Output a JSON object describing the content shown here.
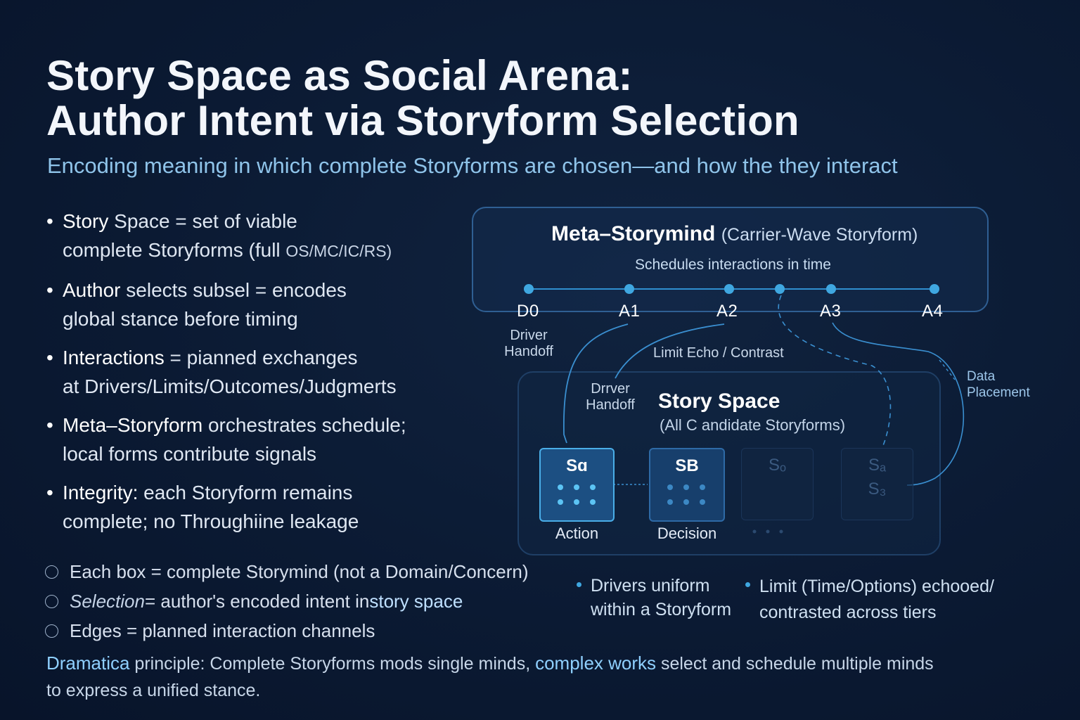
{
  "title": {
    "line1": "Story Space as Social Arena:",
    "line2": "Author Intent via Storyform Selection"
  },
  "subtitle": "Encoding meaning in which complete Storyforms are chosen—and how the they interact",
  "bullets": [
    {
      "bold": "Story",
      "rest_a": " Space = set of viable",
      "rest_b": "complete Storyforms (full ",
      "small": "OS/MC/IC/RS)"
    },
    {
      "bold": "Author",
      "rest_a": " selects subsel = encodes",
      "rest_b": "global stance before timing"
    },
    {
      "bold": "Interactions",
      "rest_a": " = pianned exchanges",
      "rest_b": "at Drivers/Limits/Outcomes/Judgmerts"
    },
    {
      "bold": "Meta–Storyform",
      "rest_a": " orchestrates schedule;",
      "rest_b": "local forms contribute signals"
    },
    {
      "bold": "Integrity:",
      "rest_a": " each Storyform remains",
      "rest_b": "complete; no Throughiine leakage"
    }
  ],
  "legend": [
    {
      "a": "Each box = com",
      "b": "plete Storymind  (not a Domain/Concern)"
    },
    {
      "italic": "Selection",
      "a": "  = author's encoded intent in ",
      "hl": "story space"
    },
    {
      "a": "Edges = planned interaction channels"
    }
  ],
  "notes": [
    {
      "line1": "Drivers uniform",
      "line2": "within a Storyform"
    },
    {
      "line1": "Limit (Time/Options) echooed/",
      "line2": "contrasted across tiers"
    }
  ],
  "principle": {
    "hl1": "Dramatica",
    "t1": " principle: Complete Storyforms mods single minds, ",
    "hl2": "complex works",
    "t2": " select and schedule multiple minds",
    "line2": "to express a unified stance."
  },
  "diagram": {
    "meta_title": "Meta–Storymind",
    "meta_title_paren": "(Carrier-Wave Storyform)",
    "meta_sub": "Schedules interactions in time",
    "timeline": [
      "D0",
      "A1",
      "A2",
      "A3",
      "A4"
    ],
    "labels": {
      "driver_handoff_1": "Driver\nHandoff",
      "limit_echo": "Limit Echo / Contrast",
      "driver_handoff_2": "Drrver\nHandoff",
      "data_placement": "Data\nPlacement"
    },
    "space_title": "Story Space",
    "space_sub": "(All C andidate Storyforms)",
    "boxes": [
      {
        "name": "Sɑ",
        "caption": "Action"
      },
      {
        "name": "SB",
        "caption": "Decision"
      },
      {
        "name": "Sₒ",
        "caption": ""
      },
      {
        "name": "Sₐ",
        "name2": "S₃",
        "caption": ""
      }
    ]
  },
  "colors": {
    "background": "#0b1a33",
    "accent": "#2f8fd0",
    "node": "#3fa7e0",
    "title": "#f3f6fb",
    "subtitle": "#8fc4ea"
  }
}
